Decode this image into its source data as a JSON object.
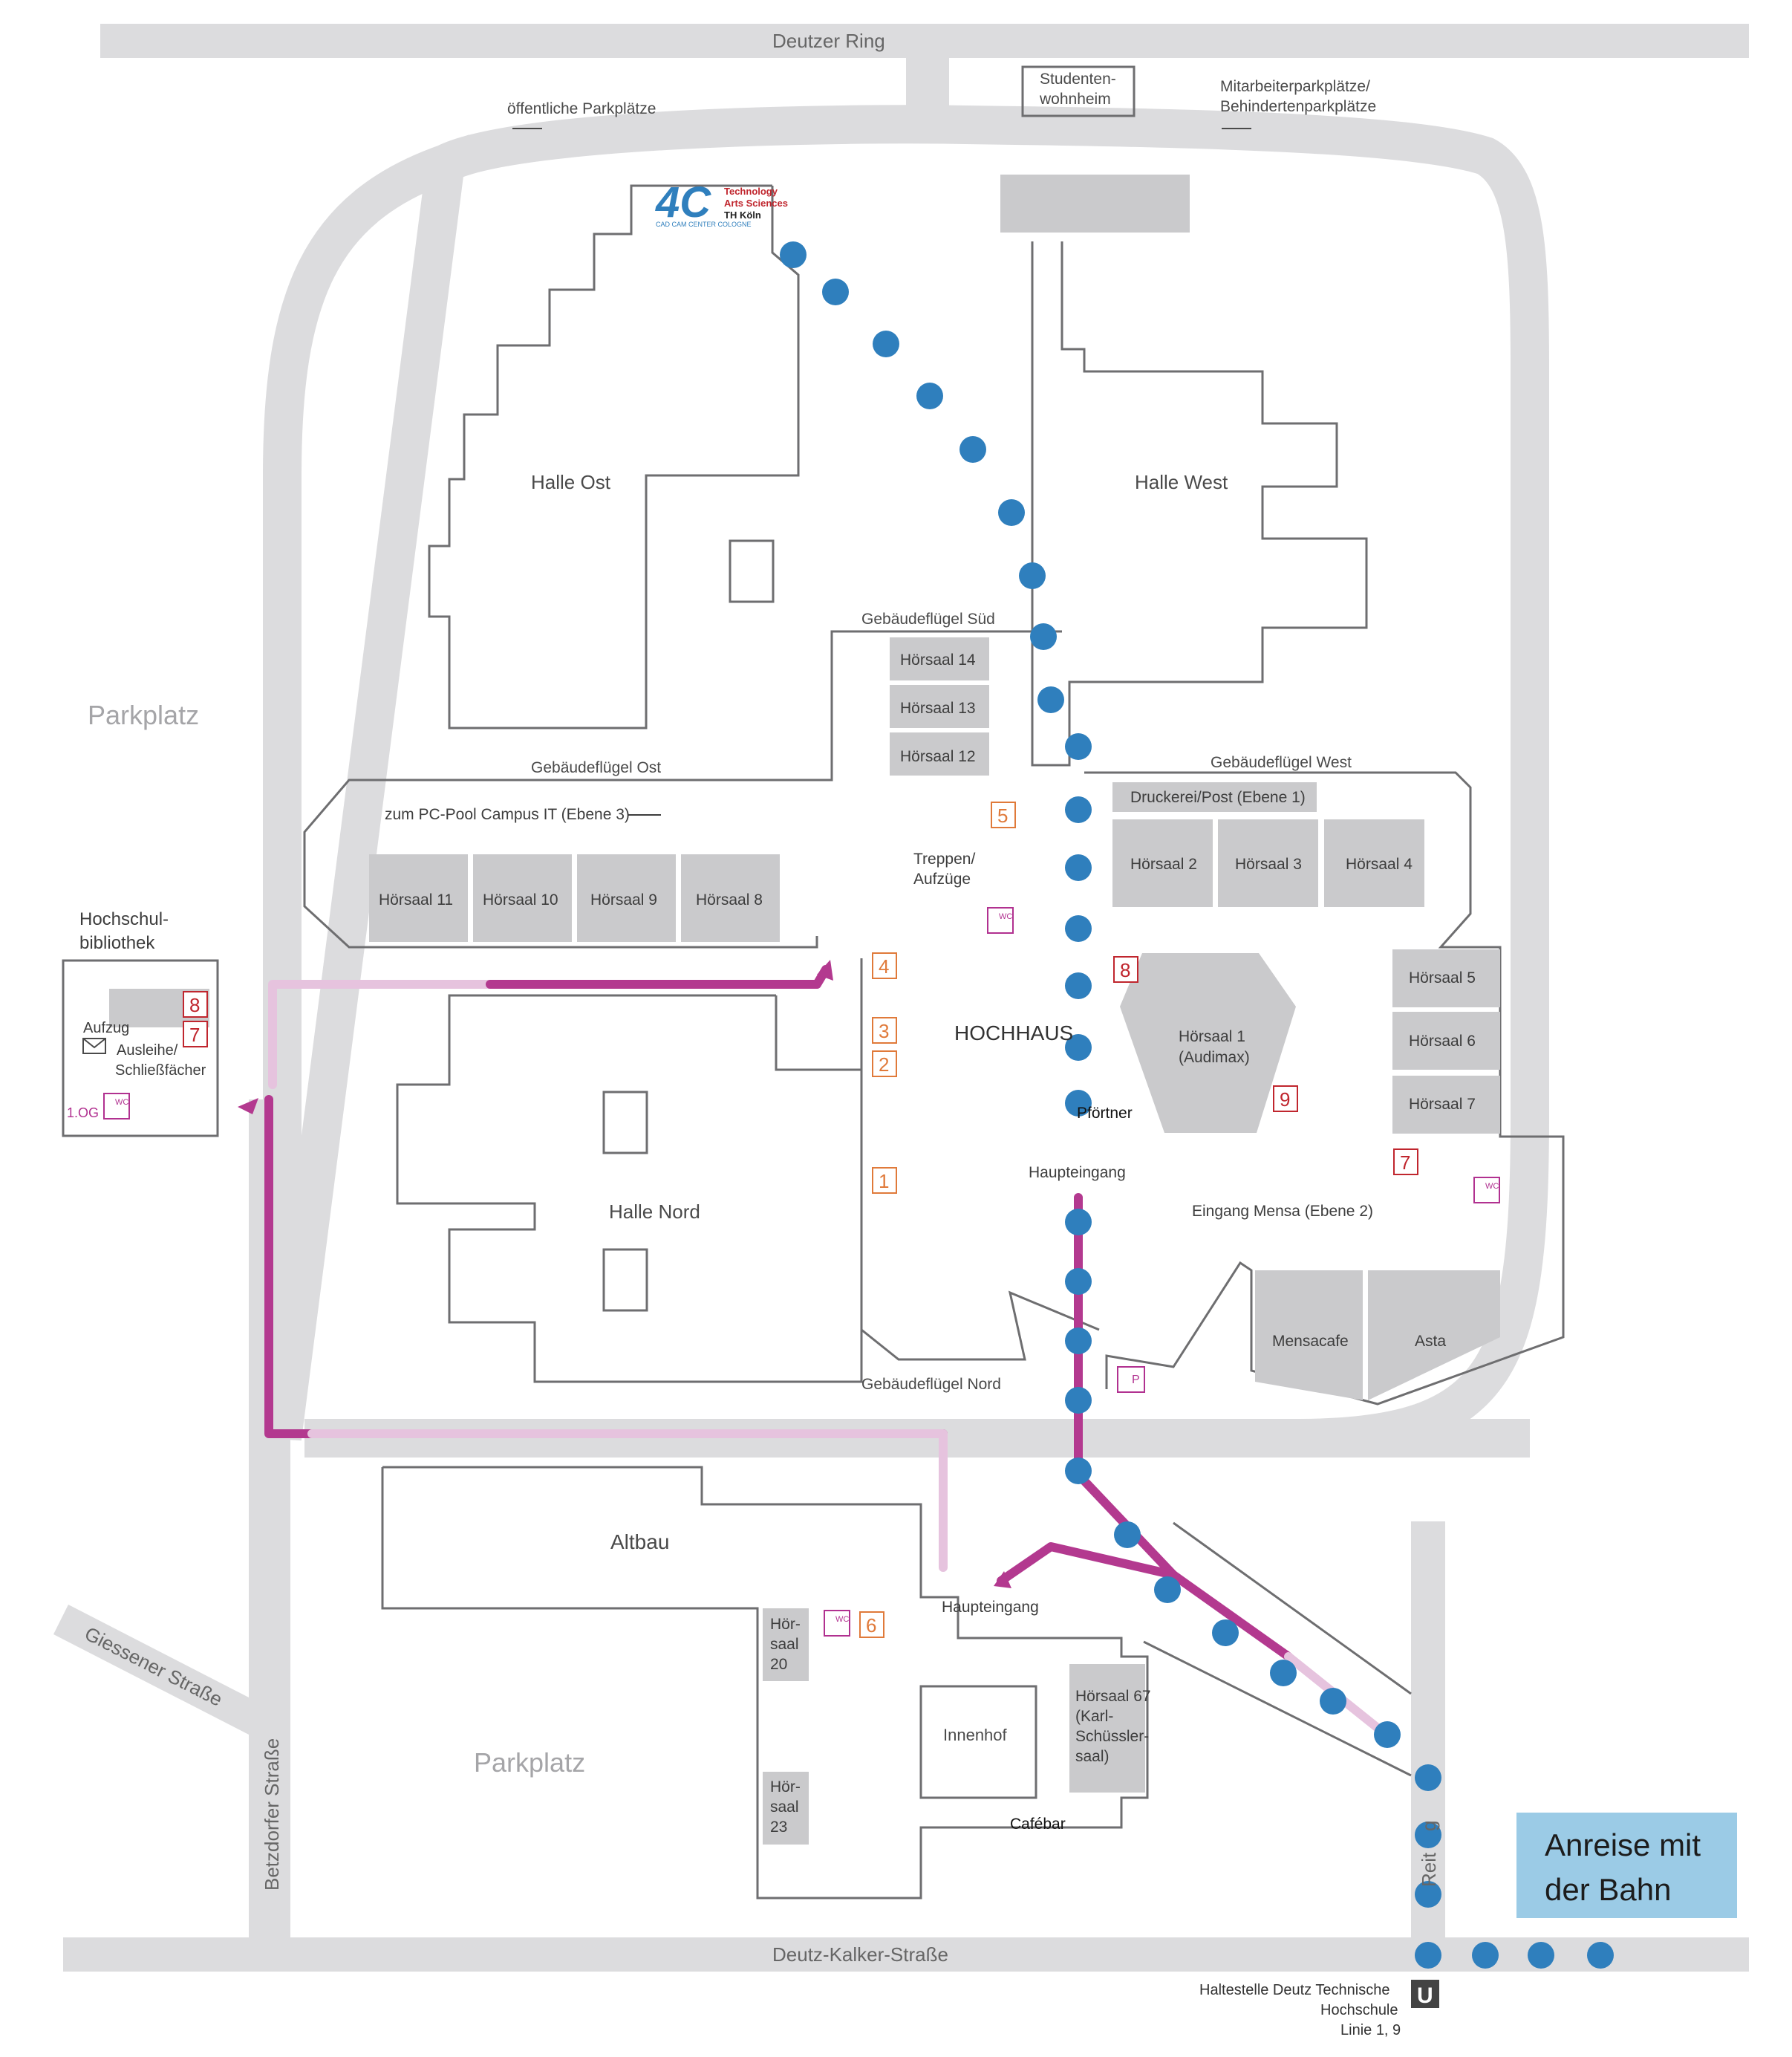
{
  "colors": {
    "road": "#dcdcde",
    "room": "#cacacc",
    "walking_route": "#2f7fbd",
    "drive_route": "#b3398f",
    "drive_route_light": "#e6c3de",
    "orange_marker": "#e07a3a",
    "red_marker": "#c0262e",
    "wall": "#6e6e70",
    "box": "#9bcbe6"
  },
  "streets": {
    "deutzer_ring": "Deutzer Ring",
    "deutz_kalker": "Deutz-Kalker-Straße",
    "betzdorfer": "Betzdorfer Straße",
    "giessener": "Giessener Straße",
    "reitweg_part": "Reit",
    "reitweg_part2": "g"
  },
  "top_labels": {
    "public_parking": "öffentliche Parkplätze",
    "dorm_line1": "Studenten-",
    "dorm_line2": "wohnheim",
    "staff_line1": "Mitarbeiterparkplätze/",
    "staff_line2": "Behindertenparkplätze"
  },
  "logo": {
    "mark": "4C",
    "line1": "Technology",
    "line2": "Arts Sciences",
    "line3": "TH Köln",
    "sub": "CAD   CAM CENTER COLOGNE"
  },
  "areas": {
    "parkplatz_1": "Parkplatz",
    "parkplatz_2": "Parkplatz",
    "halle_ost": "Halle Ost",
    "halle_west": "Halle West",
    "halle_nord": "Halle Nord",
    "hochhaus": "HOCHHAUS",
    "altbau": "Altbau",
    "innenhof": "Innenhof"
  },
  "wings": {
    "sued": "Gebäudeflügel Süd",
    "ost": "Gebäudeflügel Ost",
    "west": "Gebäudeflügel West",
    "nord": "Gebäudeflügel Nord"
  },
  "rooms": {
    "hs14": "Hörsaal 14",
    "hs13": "Hörsaal 13",
    "hs12": "Hörsaal 12",
    "hs11": "Hörsaal 11",
    "hs10": "Hörsaal 10",
    "hs9": "Hörsaal 9",
    "hs8": "Hörsaal 8",
    "hs2": "Hörsaal 2",
    "hs3": "Hörsaal 3",
    "hs4": "Hörsaal 4",
    "hs5": "Hörsaal 5",
    "hs6": "Hörsaal 6",
    "hs7": "Hörsaal 7",
    "hs1_line1": "Hörsaal 1",
    "hs1_line2": "(Audimax)",
    "druckerei": "Druckerei/Post (Ebene 1)",
    "mensacafe": "Mensacafe",
    "asta": "Asta",
    "hs20_l1": "Hör-",
    "hs20_l2": "saal",
    "hs20_l3": "20",
    "hs23_l1": "Hör-",
    "hs23_l2": "saal",
    "hs23_l3": "23",
    "hs67_l1": "Hörsaal 67",
    "hs67_l2": "(Karl-",
    "hs67_l3": "Schüssler-",
    "hs67_l4": "saal)"
  },
  "misc_labels": {
    "pc_pool": "zum PC-Pool Campus IT (Ebene 3)",
    "treppen_l1": "Treppen/",
    "treppen_l2": "Aufzüge",
    "pfoertner": "Pförtner",
    "haupteingang_1": "Haupteingang",
    "haupteingang_2": "Haupteingang",
    "eingang_mensa": "Eingang Mensa (Ebene 2)",
    "cafebar": "Cafébar",
    "wc": "WC",
    "p": "P"
  },
  "library": {
    "title_l1": "Hochschul-",
    "title_l2": "bibliothek",
    "aufzug": "Aufzug",
    "ausleihe_l1": "Ausleihe/",
    "ausleihe_l2": "Schließfächer",
    "floor": "1.OG"
  },
  "markers": {
    "m1": "1",
    "m2": "2",
    "m3": "3",
    "m4": "4",
    "m5": "5",
    "m6": "6",
    "m7a": "7",
    "m7b": "7",
    "m8a": "8",
    "m8b": "8",
    "m9": "9"
  },
  "transit": {
    "box_l1": "Anreise mit",
    "box_l2": "der Bahn",
    "stop_l1": "Haltestelle  Deutz Technische",
    "stop_l2": "Hochschule",
    "stop_l3": "Linie 1, 9",
    "ubahn": "U"
  }
}
